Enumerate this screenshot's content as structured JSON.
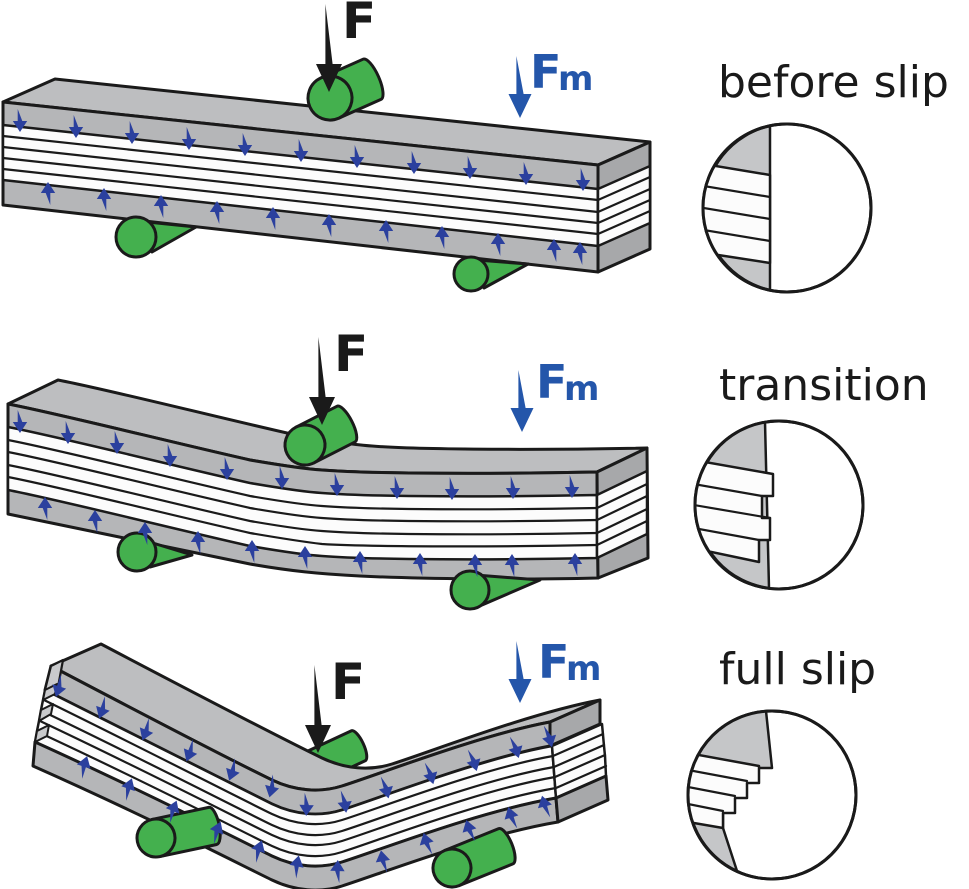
{
  "figure": {
    "type": "physics-diagram",
    "subject": "layered beam three-point bending with interlayer slip stages"
  },
  "panels": [
    {
      "id": "before-slip",
      "caption": "before slip",
      "force": "F",
      "magnetic_force": {
        "base": "F",
        "subscript": "m"
      }
    },
    {
      "id": "transition",
      "caption": "transition",
      "force": "F",
      "magnetic_force": {
        "base": "F",
        "subscript": "m"
      }
    },
    {
      "id": "full-slip",
      "caption": "full slip",
      "force": "F",
      "magnetic_force": {
        "base": "F",
        "subscript": "m"
      }
    }
  ],
  "colors": {
    "background": "#ffffff",
    "outline": "#1a1a1a",
    "beam_top": "#bdbec0",
    "beam_front": "#b5b6b8",
    "beam_end": "#a7a8aa",
    "sliver_gray": "#c9cacc",
    "layer_white": "#fcfcfc",
    "roller_green": "#44b04e",
    "arrow_blue": "#2b409e",
    "magnet_blue": "#2456aa",
    "force_black": "#1a1a1a",
    "inset_gray": "#c5c6c8"
  }
}
